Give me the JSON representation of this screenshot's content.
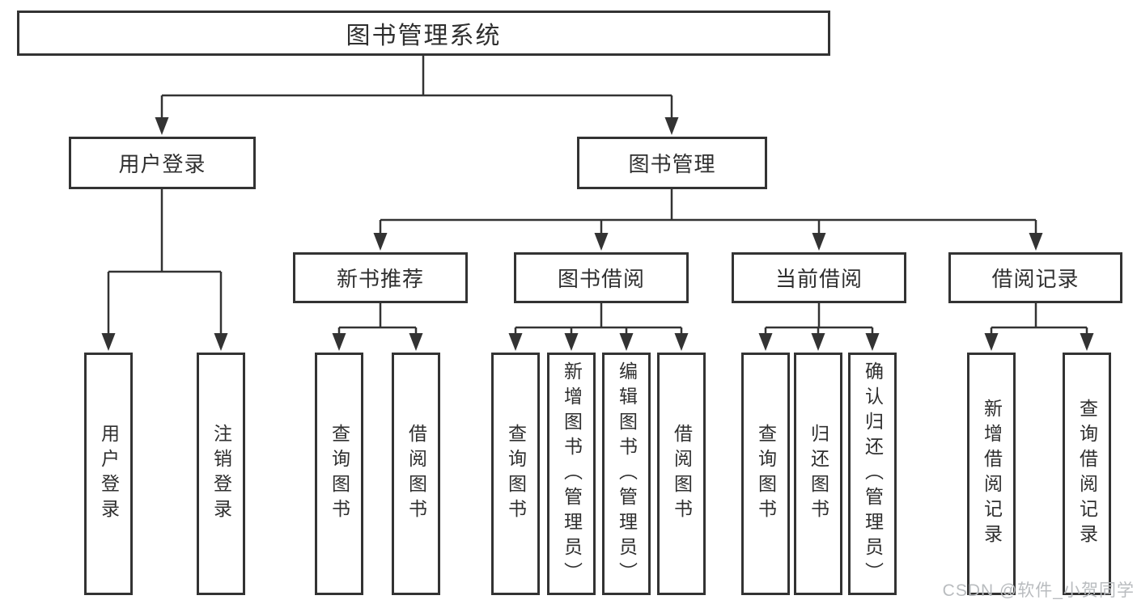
{
  "diagram": {
    "root": {
      "label": "图书管理系统"
    },
    "branches": [
      {
        "label": "用户登录",
        "leaves": [
          "用户登录",
          "注销登录"
        ]
      },
      {
        "label": "图书管理",
        "groups": [
          {
            "label": "新书推荐",
            "leaves": [
              "查询图书",
              "借阅图书"
            ]
          },
          {
            "label": "图书借阅",
            "leaves": [
              "查询图书",
              "新增图书（管理员）",
              "编辑图书（管理员）",
              "借阅图书"
            ]
          },
          {
            "label": "当前借阅",
            "leaves": [
              "查询图书",
              "归还图书",
              "确认归还（管理员）"
            ]
          },
          {
            "label": "借阅记录",
            "leaves": [
              "新增借阅记录",
              "查询借阅记录"
            ]
          }
        ]
      }
    ]
  },
  "watermark": "CSDN @软件_小贺同学",
  "colors": {
    "line": "#333333",
    "border": "#333333",
    "text": "#2f2f2f",
    "background": "#ffffff",
    "watermark": "#b9bcbf"
  }
}
